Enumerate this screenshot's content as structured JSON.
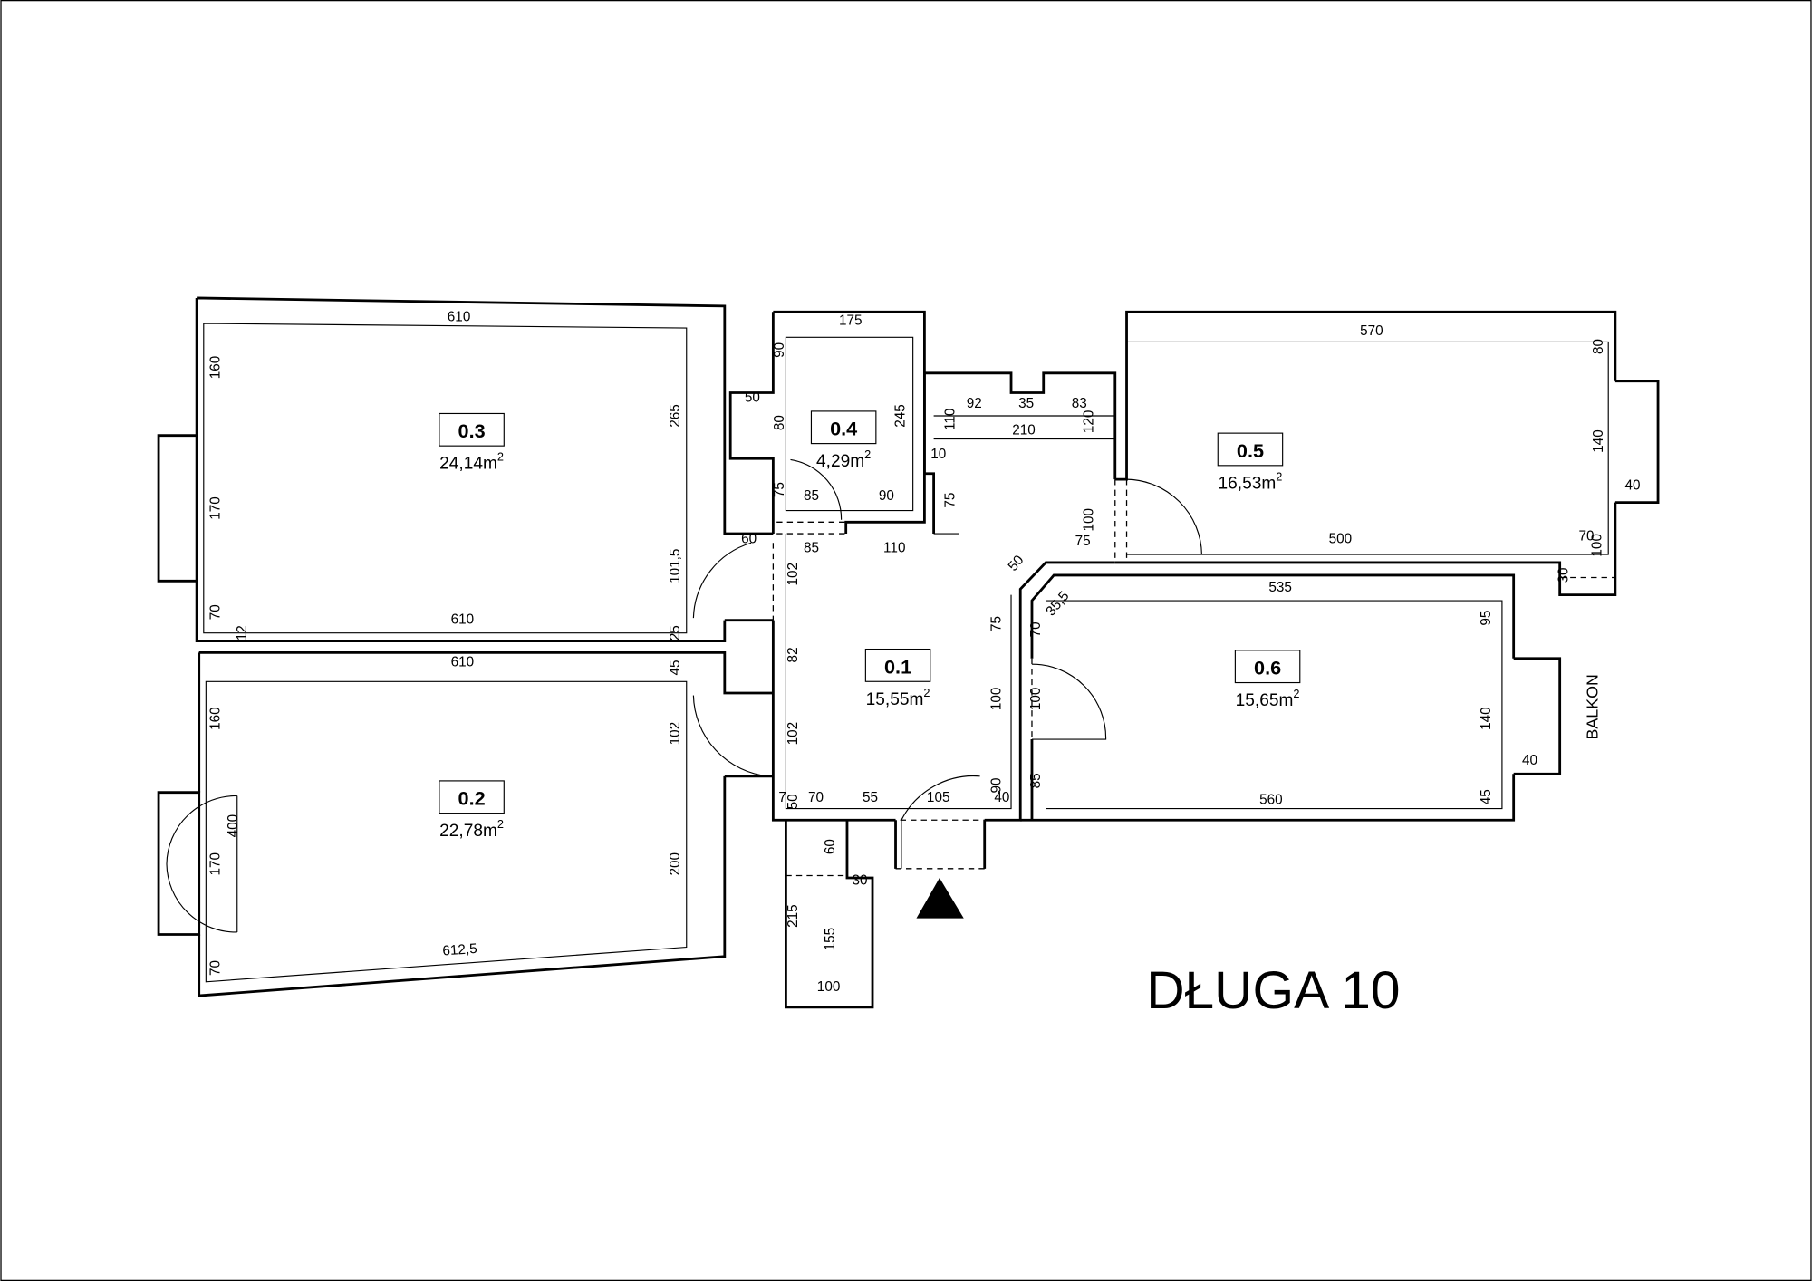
{
  "title": "DŁUGA 10",
  "balcony_label": "BALKON",
  "rooms": [
    {
      "id": "0.1",
      "area": "15,55",
      "unit": "m",
      "sup": "2"
    },
    {
      "id": "0.2",
      "area": "22,78",
      "unit": "m",
      "sup": "2"
    },
    {
      "id": "0.3",
      "area": "24,14",
      "unit": "m",
      "sup": "2"
    },
    {
      "id": "0.4",
      "area": "4,29",
      "unit": "m",
      "sup": "2"
    },
    {
      "id": "0.5",
      "area": "16,53",
      "unit": "m",
      "sup": "2"
    },
    {
      "id": "0.6",
      "area": "15,65",
      "unit": "m",
      "sup": "2"
    }
  ],
  "dimensions": [
    "610",
    "160",
    "170",
    "70",
    "265",
    "101,5",
    "610",
    "12",
    "25",
    "610",
    "45",
    "160",
    "400",
    "170",
    "102",
    "200",
    "612,5",
    "70",
    "175",
    "90",
    "50",
    "80",
    "245",
    "75",
    "85",
    "90",
    "60",
    "85",
    "110",
    "102",
    "82",
    "102",
    "7",
    "50",
    "70",
    "55",
    "105",
    "40",
    "90",
    "100",
    "75",
    "50",
    "75",
    "110",
    "92",
    "35",
    "83",
    "120",
    "210",
    "10",
    "75",
    "100",
    "570",
    "80",
    "140",
    "40",
    "500",
    "70",
    "100",
    "30",
    "535",
    "35,5",
    "70",
    "95",
    "100",
    "140",
    "40",
    "85",
    "560",
    "45",
    "60",
    "30",
    "215",
    "155",
    "100"
  ]
}
